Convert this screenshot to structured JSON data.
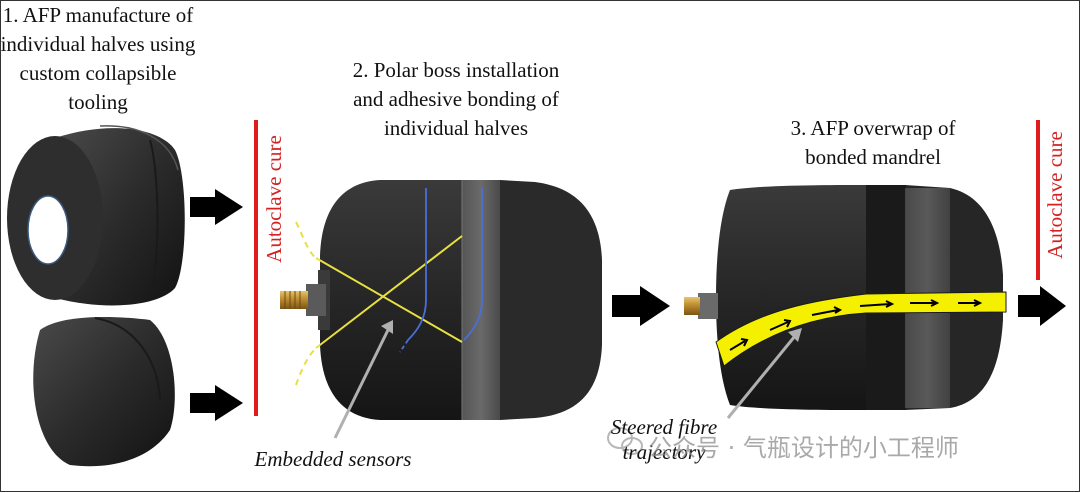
{
  "steps": {
    "step1": "1. AFP manufacture of individual halves using custom collapsible tooling",
    "step2": "2. Polar boss installation and adhesive bonding of individual halves",
    "step3": "3. AFP overwrap of bonded mandrel"
  },
  "cure_label": "Autoclave cure",
  "annotations": {
    "sensors": "Embedded sensors",
    "fibre": "Steered fibre trajectory"
  },
  "watermark": "公众号 · 气瓶设计的小工程师",
  "colors": {
    "cure_line": "#e01b1b",
    "fibre_band": "#f5f000",
    "sensor_line": "#e8e040",
    "sensor_wire": "#4a6fd8",
    "vessel": "#2a2a2a"
  }
}
